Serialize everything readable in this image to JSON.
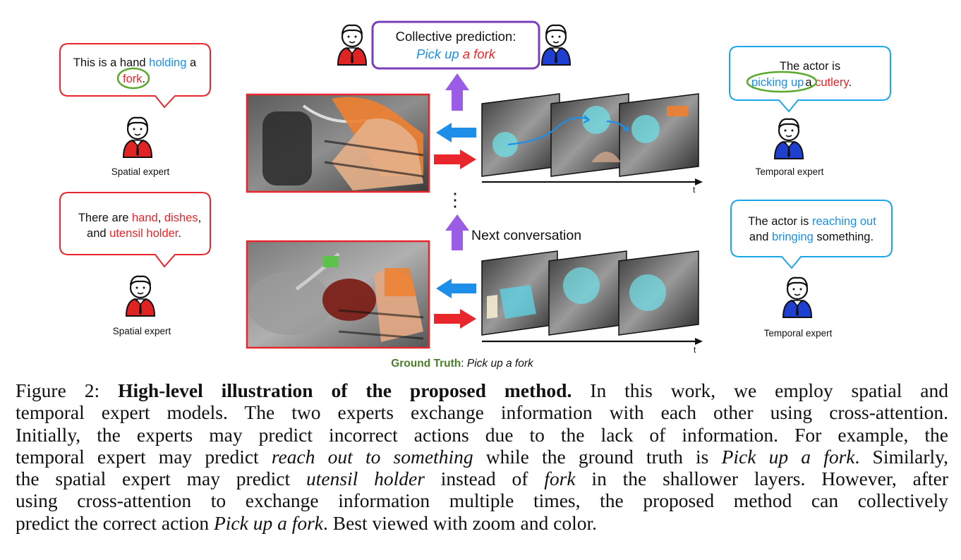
{
  "figure": {
    "collective": {
      "title": "Collective prediction:",
      "action": "Pick up",
      "object": "a fork"
    },
    "spatial_top": {
      "t1": "This is a hand ",
      "w1": "holding",
      "t2": " a",
      "w2": "fork",
      "t3": "."
    },
    "spatial_bottom": {
      "t1": "There are ",
      "w1": "hand",
      "c1": ", ",
      "w2": "dishes",
      "c2": ",",
      "t2": "and ",
      "w3": "utensil holder",
      "t3": "."
    },
    "temporal_top": {
      "t1": "The actor is",
      "w1": "picking up",
      "t2": "a ",
      "w2": "cutlery",
      "t3": "."
    },
    "temporal_bottom": {
      "t1": "The actor is ",
      "w1": "reaching out",
      "t2": "and ",
      "w2": "bringing",
      "t3": " something."
    },
    "labels": {
      "spatial_expert": "Spatial expert",
      "temporal_expert": "Temporal expert",
      "next_conversation": "Next conversation",
      "time_axis": "t",
      "ellipsis": "⋮"
    },
    "ground_truth": {
      "label": "Ground Truth",
      "sep": ": ",
      "value": "Pick up a fork"
    },
    "colors": {
      "red": "#e8262b",
      "blue": "#1d8fe8",
      "purple": "#7a3fb8",
      "green": "#5aa82c",
      "gt_green": "#4a7d2a",
      "purple_arrow": "#9b5de5"
    }
  },
  "caption": {
    "label": "Figure 2: ",
    "bold": "High-level illustration of the proposed method.",
    "l1": " In this work, we employ spatial and",
    "l2": "temporal expert models. The two experts exchange information with each other using cross-attention.",
    "l3": "Initially, the experts may predict incorrect actions due to the lack of information. For example, the",
    "l4a": "temporal expert may predict ",
    "l4b": "reach out to something",
    "l4c": " while the ground truth is ",
    "l4d": "Pick up a fork",
    "l4e": ". Similarly,",
    "l5a": "the spatial expert may predict ",
    "l5b": "utensil holder",
    "l5c": " instead of ",
    "l5d": "fork",
    "l5e": " in the shallower layers. However, after",
    "l6": "using cross-attention to exchange information multiple times, the proposed method can collectively",
    "l7a": "predict the correct action ",
    "l7b": "Pick up a fork",
    "l7c": ". Best viewed with zoom and color."
  }
}
